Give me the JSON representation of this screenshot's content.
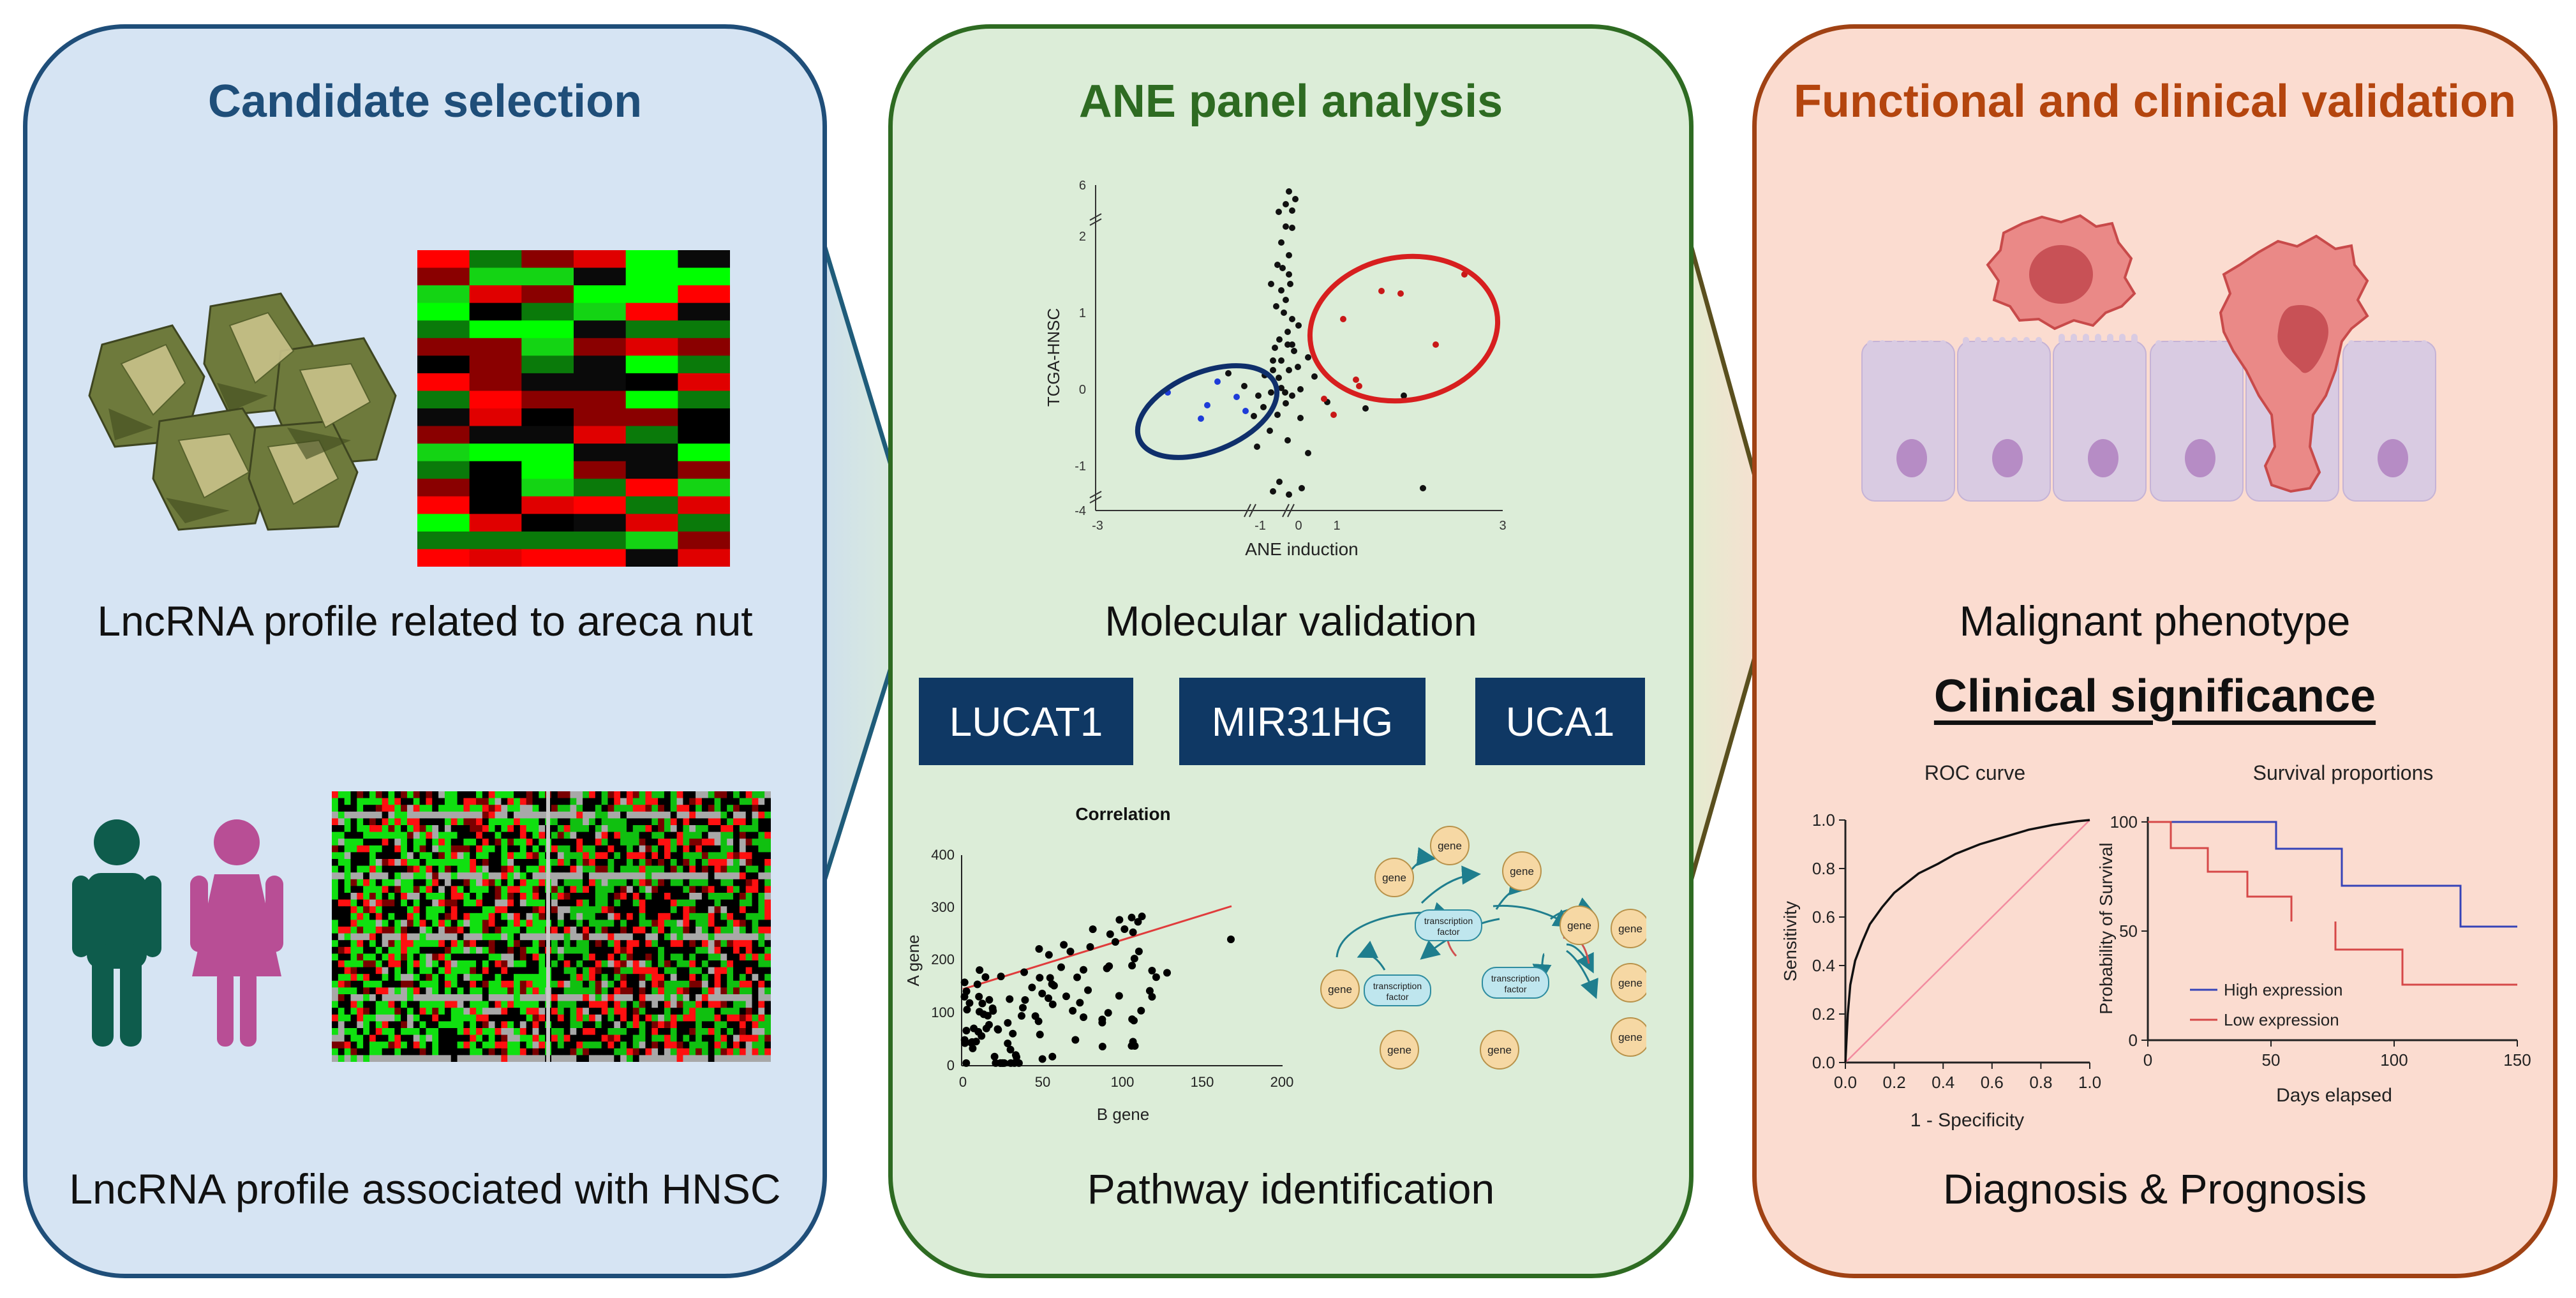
{
  "panels": {
    "candidate": {
      "title": "Candidate selection",
      "caption_top": "LncRNA profile related to areca nut",
      "caption_bottom": "LncRNA profile associated with HNSC"
    },
    "ane": {
      "title": "ANE panel analysis",
      "caption_molecular": "Molecular validation",
      "genes": [
        "LUCAT1",
        "MIR31HG",
        "UCA1"
      ],
      "caption_pathway": "Pathway identification"
    },
    "functional": {
      "title": "Functional and clinical validation",
      "caption_phenotype": "Malignant phenotype",
      "clinical_heading": "Clinical significance",
      "caption_diagnosis": "Diagnosis & Prognosis"
    }
  },
  "scatter_ane": {
    "xlabel": "ANE induction",
    "ylabel": "TCGA-HNSC",
    "xticks": [
      "-3",
      "-1",
      "0",
      "1",
      "3"
    ],
    "yticks": [
      "6",
      "2",
      "1",
      "0",
      "-1",
      "-4"
    ]
  },
  "correlation": {
    "title": "Correlation",
    "xlabel": "B gene",
    "ylabel": "A gene",
    "xticks": [
      "0",
      "50",
      "100",
      "150",
      "200"
    ],
    "yticks": [
      "0",
      "100",
      "200",
      "300",
      "400"
    ]
  },
  "network": {
    "gene_label": "gene",
    "tf_line1": "transcription",
    "tf_line2": "factor"
  },
  "roc": {
    "title": "ROC curve",
    "xlabel": "1 - Specificity",
    "ylabel": "Sensitivity",
    "ticks": [
      "0.0",
      "0.2",
      "0.4",
      "0.6",
      "0.8",
      "1.0"
    ]
  },
  "survival": {
    "title": "Survival proportions",
    "xlabel": "Days elapsed",
    "ylabel": "Probability of Survival",
    "xticks": [
      "0",
      "50",
      "100",
      "150"
    ],
    "yticks": [
      "0",
      "50",
      "100"
    ],
    "legend_high": "High expression",
    "legend_low": "Low expression"
  },
  "colors": {
    "panel1_border": "#1f4e79",
    "panel2_border": "#2e6b22",
    "panel3_border": "#a04214",
    "gene_box": "#0f3864",
    "heatmap_red": "#ff0000",
    "heatmap_green": "#00ff00"
  }
}
